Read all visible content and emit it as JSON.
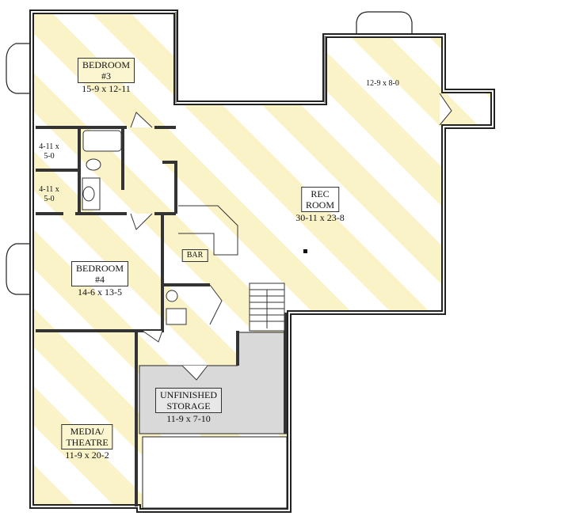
{
  "rooms": {
    "bedroom3": {
      "name": "BEDROOM",
      "number": "#3",
      "size": "15-9 x 12-11"
    },
    "bedroom4": {
      "name": "BEDROOM",
      "number": "#4",
      "size": "14-6 x 13-5"
    },
    "closet_upper": {
      "size_line1": "4-11 x",
      "size_line2": "5-0"
    },
    "closet_lower": {
      "size_line1": "4-11 x",
      "size_line2": "5-0"
    },
    "alcove": {
      "size": "12-9 x 8-0"
    },
    "rec_room": {
      "name_line1": "REC",
      "name_line2": "ROOM",
      "size": "30-11 x 23-8"
    },
    "bar": {
      "name": "BAR"
    },
    "storage": {
      "name_line1": "UNFINISHED",
      "name_line2": "STORAGE",
      "size": "11-9 x 7-10"
    },
    "media": {
      "name_line1": "MEDIA/",
      "name_line2": "THEATRE",
      "size": "11-9 x 20-2"
    }
  },
  "colors": {
    "stripe": "#fbf3c8",
    "wall": "#2a2a2a",
    "storage": "#d9d9d9"
  }
}
